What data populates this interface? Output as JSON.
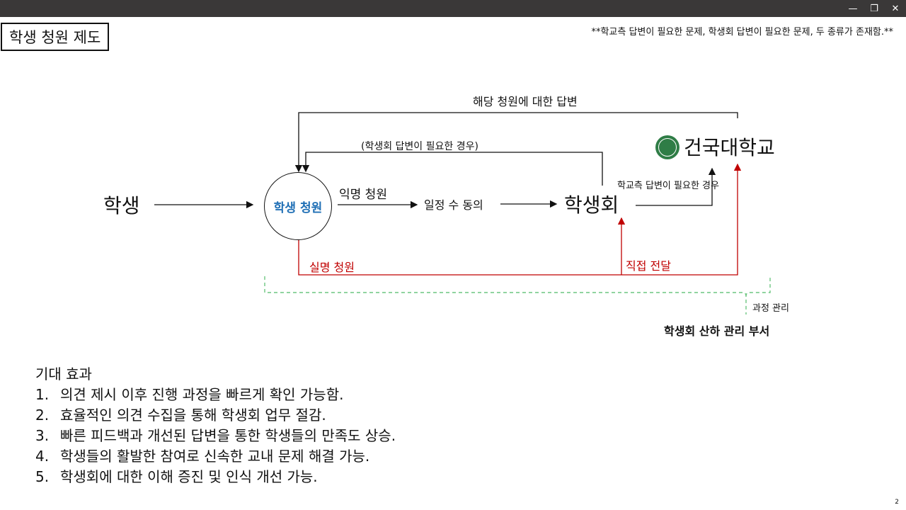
{
  "window": {
    "minimize": "—",
    "restore": "❐",
    "close": "✕"
  },
  "slide": {
    "title": "학생 청원 제도",
    "note": "**학교측 답변이 필요한 문제, 학생회 답변이 필요한 문제, 두 종류가 존재함.**",
    "page_number": "2"
  },
  "diagram": {
    "student": "학생",
    "petition": "학생 청원",
    "anonymous": "익명 청원",
    "consent": "일정 수 동의",
    "council": "학생회",
    "university": "건국대학교",
    "answer_label": "해당 청원에 대한 답변",
    "council_case": "(학생회 답변이 필요한 경우)",
    "school_case": "학교측 답변이 필요한 경우",
    "named": "실명 청원",
    "direct": "직접 전달",
    "process": "과정 관리",
    "department": "학생회 산하 관리 부서",
    "colors": {
      "red": "#c00000",
      "green": "#6cc680",
      "blue": "#1f6fb5",
      "seal": "#2f7d46"
    }
  },
  "effects": {
    "heading": "기대 효과",
    "items": [
      {
        "num": "1.",
        "text": "의견 제시 이후 진행 과정을 빠르게 확인 가능함."
      },
      {
        "num": "2.",
        "text": "효율적인 의견 수집을 통해 학생회 업무 절감."
      },
      {
        "num": "3.",
        "text": "빠른 피드백과 개선된 답변을 통한 학생들의 만족도 상승."
      },
      {
        "num": "4.",
        "text": "학생들의 활발한 참여로 신속한 교내 문제 해결 가능."
      },
      {
        "num": "5.",
        "text": "학생회에 대한 이해 증진 및 인식 개선 가능."
      }
    ]
  }
}
